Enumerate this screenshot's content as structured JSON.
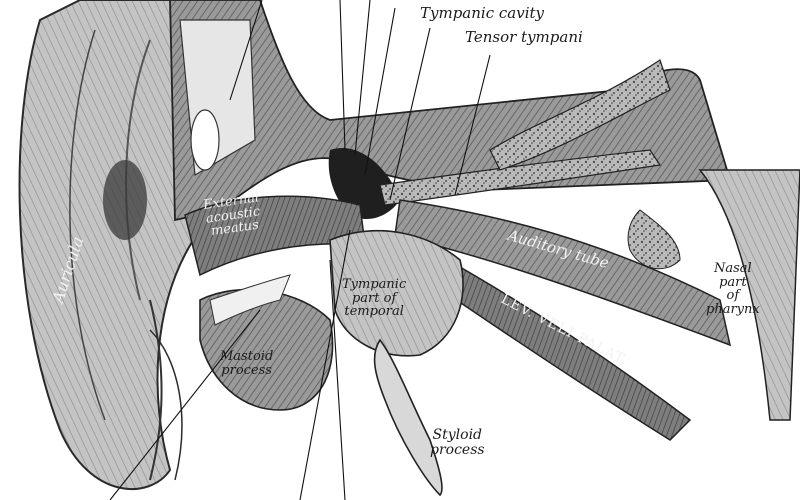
{
  "labels": {
    "tympanic_cavity": "Tympanic cavity",
    "tensor_tympani": "Tensor tympani",
    "auricula": "Auricula",
    "external_meatus": [
      "External",
      "acoustic",
      "meatus"
    ],
    "auditory_tube": "Auditory tube",
    "nasal_part": [
      "Nasal",
      "part",
      "of",
      "pharynx"
    ],
    "tympanic_part": [
      "Tympanic",
      "part of",
      "temporal"
    ],
    "mastoid": [
      "Mastoid",
      "process"
    ],
    "lev_veli": "LEV. VELI PALAT.",
    "styloid": [
      "Styloid",
      "process"
    ]
  },
  "colors": {
    "ink": "#1b1b1b",
    "bone_light": "#d9d9d9",
    "mid_gray": "#8a8a8a",
    "dark_gray": "#3a3a3a"
  }
}
